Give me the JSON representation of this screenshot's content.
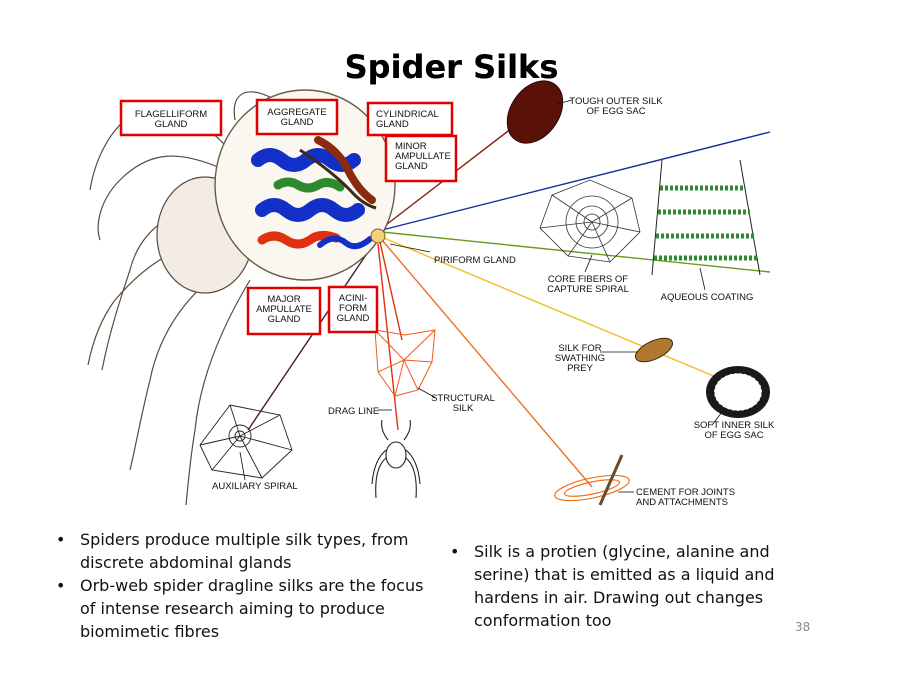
{
  "title": "Spider Silks",
  "colors": {
    "highlight_box": "#e00000",
    "gland_blue": "#1230c8",
    "gland_green": "#2e8a2e",
    "gland_red": "#e03010",
    "gland_brown": "#8a2a10",
    "line_blue": "#1030a0",
    "line_green": "#6a9a20",
    "line_orange": "#f07020",
    "line_yellow": "#f0c020",
    "line_brown": "#8a2010",
    "line_dark": "#4a1a2a"
  },
  "gland_labels": {
    "flagelliform": "FLAGELLIFORM\nGLAND",
    "aggregate": "AGGREGATE\nGLAND",
    "cylindrical": "CYLINDRICAL\nGLAND",
    "minor_ampullate": "MINOR\nAMPULLATE\nGLAND",
    "major_ampullate": "MAJOR\nAMPULLATE\nGLAND",
    "aciniform": "ACINI-\nFORM\nGLAND",
    "piriform": "PIRIFORM GLAND"
  },
  "silk_labels": {
    "tough_outer": "TOUGH OUTER SILK\nOF EGG SAC",
    "core_fibers": "CORE FIBERS OF\nCAPTURE SPIRAL",
    "aqueous": "AQUEOUS COATING",
    "swathing": "SILK FOR\nSWATHING\nPREY",
    "soft_inner": "SOFT INNER SILK\nOF EGG SAC",
    "cement": "CEMENT FOR JOINTS\nAND ATTACHMENTS",
    "structural": "STRUCTURAL\nSILK",
    "drag_line": "DRAG LINE",
    "auxiliary": "AUXILIARY SPIRAL"
  },
  "bullets_left": [
    "Spiders produce multiple silk types, from discrete abdominal glands",
    "Orb-web spider dragline silks  are the focus of intense research aiming to produce biomimetic fibres"
  ],
  "bullets_right": [
    "Silk is a protien (glycine, alanine and serine) that is emitted as a liquid and hardens in air. Drawing out changes conformation too"
  ],
  "page_number": "38"
}
